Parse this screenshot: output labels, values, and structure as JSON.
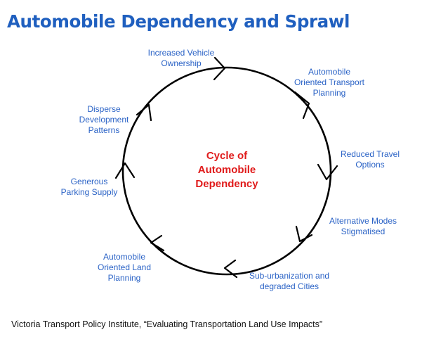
{
  "header": {
    "title": "Automobile Dependency and Sprawl"
  },
  "diagram": {
    "center_label": "Cycle of\nAutomobile\nDependency",
    "nodes": [
      {
        "label": "Increased Vehicle\nOwnership"
      },
      {
        "label": "Automobile\nOriented Transport\nPlanning"
      },
      {
        "label": "Reduced Travel\nOptions"
      },
      {
        "label": "Alternative Modes\nStigmatised"
      },
      {
        "label": "Sub-urbanization and\ndegraded Cities"
      },
      {
        "label": "Automobile\nOriented Land\nPlanning"
      },
      {
        "label": "Generous\nParking Supply"
      },
      {
        "label": "Disperse\nDevelopment\nPatterns"
      }
    ],
    "colors": {
      "title": "#1f5fbf",
      "labels": "#2b63c6",
      "center": "#e01b1b",
      "cycle": "#000000"
    }
  },
  "footer": {
    "source": "Victoria Transport Policy Institute, “Evaluating Transportation Land Use Impacts”"
  }
}
